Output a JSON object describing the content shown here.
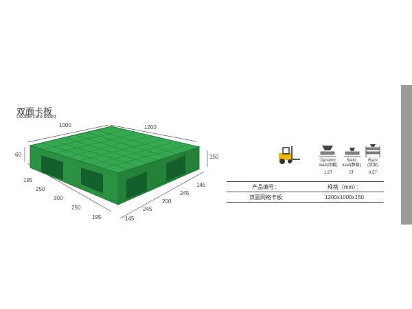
{
  "product": {
    "title_cn": "双面卡板",
    "title_en": "Double card board"
  },
  "dimensions": {
    "length": "1000",
    "width": "1200",
    "height_left": "60",
    "height_right": "150",
    "left_side": [
      "195",
      "250",
      "300",
      "250",
      "195"
    ],
    "right_side": [
      "145",
      "245",
      "200",
      "245",
      "145"
    ]
  },
  "loads": [
    {
      "name": "Dynamic",
      "sub": "load(动载)",
      "capacity": "1.5T"
    },
    {
      "name": "Static",
      "sub": "load(静载)",
      "capacity": "5T"
    },
    {
      "name": "Rack",
      "sub": "(货架)",
      "capacity": "0.5T"
    }
  ],
  "spec_table": {
    "headers": [
      "产品编号：",
      "规格（mm）："
    ],
    "rows": [
      [
        "双面网格卡板",
        "1200x1000x150"
      ]
    ]
  },
  "colors": {
    "pallet_green": "#2f9e4a",
    "pallet_dark": "#1f7a36",
    "forklift_yellow": "#f2b705",
    "side_bar": "#9a9a9a"
  },
  "icons": [
    "forklift-icon",
    "dynamic-load-icon",
    "static-load-icon",
    "rack-load-icon"
  ]
}
